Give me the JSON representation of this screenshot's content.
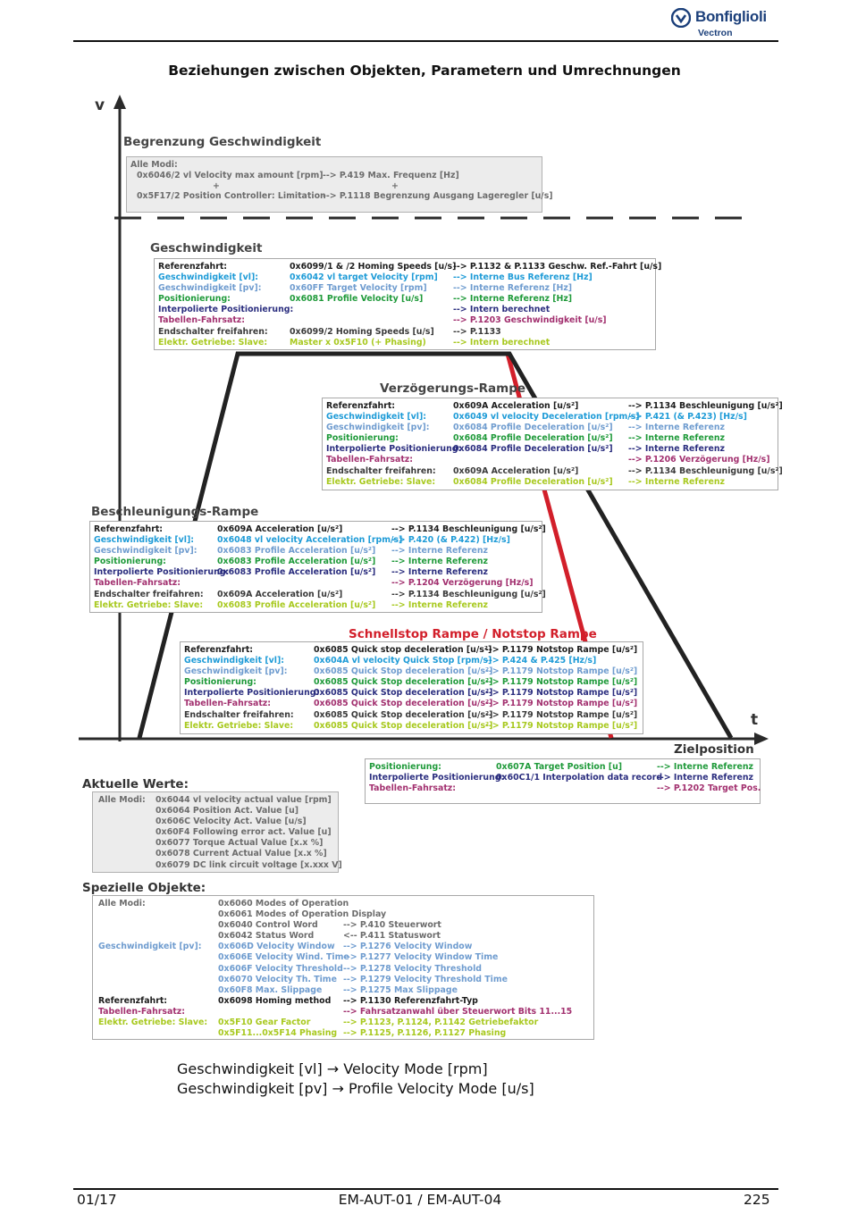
{
  "header": {
    "brand": "Bonfiglioli",
    "sub_brand": "Vectron"
  },
  "title": "Beziehungen zwischen Objekten, Parametern und Umrechnungen",
  "axes": {
    "v": "v",
    "t": "t",
    "target": "Zielposition"
  },
  "colors": {
    "black_curve": "#222222",
    "red_curve": "#d21f2a",
    "dashed_limit": "#222222",
    "brand": "#1b3f7a"
  },
  "limit": {
    "title": "Begrenzung Geschwindigkeit",
    "mode": "Alle Modi:",
    "line1_obj": "0x6046/2 vl Velocity max amount [rpm]",
    "line1_par": "--> P.419 Max. Frequenz [Hz]",
    "plus": "+",
    "line2_obj": "0x5F17/2 Position Controller: Limitation",
    "line2_par": "--> P.1118 Begrenzung Ausgang Lageregler [u/s]"
  },
  "speed": {
    "title": "Geschwindigkeit",
    "rows": [
      {
        "label": "Referenzfahrt:",
        "obj": "0x6099/1 & /2 Homing Speeds [u/s]",
        "par": "--> P.1132 & P.1133 Geschw. Ref.-Fahrt [u/s]",
        "color": "black"
      },
      {
        "label": "Geschwindigkeit [vl]:",
        "obj": "0x6042 vl target Velocity [rpm]",
        "par": "--> Interne Bus Referenz [Hz]",
        "color": "cyan"
      },
      {
        "label": "Geschwindigkeit [pv]:",
        "obj": "0x60FF Target Velocity [rpm]",
        "par": "--> Interne Referenz [Hz]",
        "color": "lblue"
      },
      {
        "label": "Positionierung:",
        "obj": "0x6081 Profile Velocity [u/s]",
        "par": "--> Interne Referenz [Hz]",
        "color": "green"
      },
      {
        "label": "Interpolierte Positionierung:",
        "obj": "",
        "par": "--> Intern berechnet",
        "color": "navy"
      },
      {
        "label": "Tabellen-Fahrsatz:",
        "obj": "",
        "par": "--> P.1203 Geschwindigkeit [u/s]",
        "color": "purple"
      },
      {
        "label": "Endschalter freifahren:",
        "obj": "0x6099/2 Homing Speeds [u/s]",
        "par": "--> P.1133",
        "color": "dgray"
      },
      {
        "label": "Elektr. Getriebe: Slave:",
        "obj": "Master x 0x5F10 (+ Phasing)",
        "par": "--> Intern berechnet",
        "color": "lime"
      }
    ]
  },
  "decel": {
    "title": "Verzögerungs-Rampe",
    "rows": [
      {
        "label": "Referenzfahrt:",
        "obj": "0x609A Acceleration [u/s²]",
        "par": "--> P.1134 Beschleunigung [u/s²]",
        "color": "black"
      },
      {
        "label": "Geschwindigkeit [vl]:",
        "obj": "0x6049 vl velocity Deceleration [rpm/s]",
        "par": "--> P.421 (& P.423) [Hz/s]",
        "color": "cyan"
      },
      {
        "label": "Geschwindigkeit [pv]:",
        "obj": "0x6084 Profile Deceleration [u/s²]",
        "par": "--> Interne Referenz",
        "color": "lblue"
      },
      {
        "label": "Positionierung:",
        "obj": "0x6084 Profile Deceleration [u/s²]",
        "par": "--> Interne Referenz",
        "color": "green"
      },
      {
        "label": "Interpolierte Positionierung:",
        "obj": "0x6084 Profile Deceleration [u/s²]",
        "par": "--> Interne Referenz",
        "color": "navy"
      },
      {
        "label": "Tabellen-Fahrsatz:",
        "obj": "",
        "par": "--> P.1206 Verzögerung [Hz/s]",
        "color": "purple"
      },
      {
        "label": "Endschalter freifahren:",
        "obj": "0x609A Acceleration [u/s²]",
        "par": "--> P.1134 Beschleunigung [u/s²]",
        "color": "dgray"
      },
      {
        "label": "Elektr. Getriebe: Slave:",
        "obj": "0x6084 Profile Deceleration [u/s²]",
        "par": "--> Interne Referenz",
        "color": "lime"
      }
    ]
  },
  "accel": {
    "title": "Beschleunigungs-Rampe",
    "rows": [
      {
        "label": "Referenzfahrt:",
        "obj": "0x609A Acceleration [u/s²]",
        "par": "--> P.1134 Beschleunigung [u/s²]",
        "color": "black"
      },
      {
        "label": "Geschwindigkeit [vl]:",
        "obj": "0x6048 vl velocity Acceleration [rpm/s]",
        "par": "--> P.420 (& P.422) [Hz/s]",
        "color": "cyan"
      },
      {
        "label": "Geschwindigkeit [pv]:",
        "obj": "0x6083 Profile Acceleration [u/s²]",
        "par": "--> Interne Referenz",
        "color": "lblue"
      },
      {
        "label": "Positionierung:",
        "obj": "0x6083 Profile Acceleration [u/s²]",
        "par": "--> Interne Referenz",
        "color": "green"
      },
      {
        "label": "Interpolierte Positionierung:",
        "obj": "0x6083 Profile Acceleration [u/s²]",
        "par": "--> Interne Referenz",
        "color": "navy"
      },
      {
        "label": "Tabellen-Fahrsatz:",
        "obj": "",
        "par": "--> P.1204 Verzögerung [Hz/s]",
        "color": "purple"
      },
      {
        "label": "Endschalter freifahren:",
        "obj": "0x609A Acceleration [u/s²]",
        "par": "--> P.1134 Beschleunigung [u/s²]",
        "color": "dgray"
      },
      {
        "label": "Elektr. Getriebe: Slave:",
        "obj": "0x6083 Profile Acceleration [u/s²]",
        "par": "--> Interne Referenz",
        "color": "lime"
      }
    ]
  },
  "quickstop": {
    "title": "Schnellstop Rampe / Notstop Rampe",
    "rows": [
      {
        "label": "Referenzfahrt:",
        "obj": "0x6085 Quick stop deceleration [u/s²]",
        "par": "--> P.1179 Notstop Rampe [u/s²]",
        "color": "black"
      },
      {
        "label": "Geschwindigkeit [vl]:",
        "obj": "0x604A vl velocity Quick Stop [rpm/s]",
        "par": "--> P.424 & P.425 [Hz/s]",
        "color": "cyan"
      },
      {
        "label": "Geschwindigkeit [pv]:",
        "obj": "0x6085 Quick Stop deceleration [u/s²]",
        "par": "--> P.1179 Notstop Rampe [u/s²]",
        "color": "lblue"
      },
      {
        "label": "Positionierung:",
        "obj": "0x6085 Quick Stop deceleration [u/s²]",
        "par": "--> P.1179 Notstop Rampe [u/s²]",
        "color": "green"
      },
      {
        "label": "Interpolierte Positionierung:",
        "obj": "0x6085 Quick Stop deceleration [u/s²]",
        "par": "--> P.1179 Notstop Rampe [u/s²]",
        "color": "navy"
      },
      {
        "label": "Tabellen-Fahrsatz:",
        "obj": "0x6085 Quick Stop deceleration [u/s²]",
        "par": "--> P.1179 Notstop Rampe [u/s²]",
        "color": "purple"
      },
      {
        "label": "Endschalter freifahren:",
        "obj": "0x6085 Quick Stop deceleration [u/s²]",
        "par": "--> P.1179 Notstop Rampe [u/s²]",
        "color": "dgray"
      },
      {
        "label": "Elektr. Getriebe: Slave:",
        "obj": "0x6085 Quick Stop deceleration [u/s²]",
        "par": "--> P.1179 Notstop Rampe [u/s²]",
        "color": "lime"
      }
    ]
  },
  "target": {
    "rows": [
      {
        "label": "Positionierung:",
        "obj": "0x607A Target Position [u]",
        "par": "--> Interne Referenz",
        "color": "green"
      },
      {
        "label": "Interpolierte Positionierung:",
        "obj": "0x60C1/1 Interpolation data record",
        "par": "--> Interne Referenz",
        "color": "navy"
      },
      {
        "label": "Tabellen-Fahrsatz:",
        "obj": "",
        "par": "--> P.1202 Target Pos.",
        "color": "purple"
      }
    ]
  },
  "actual": {
    "title": "Aktuelle Werte:",
    "mode": "Alle Modi:",
    "items": [
      "0x6044 vl velocity actual value [rpm]",
      "0x6064 Position Act. Value [u]",
      "0x606C Velocity Act. Value [u/s]",
      "0x60F4 Following error act. Value [u]",
      "0x6077 Torque Actual Value [x.x %]",
      "0x6078 Current Actual Value [x.x %]",
      "0x6079 DC link circuit voltage [x.xxx V]"
    ]
  },
  "special": {
    "title": "Spezielle Objekte:",
    "rows": [
      {
        "label": "Alle Modi:",
        "obj": "0x6060 Modes of Operation",
        "par": "",
        "color": "gray"
      },
      {
        "label": "",
        "obj": "0x6061 Modes of Operation Display",
        "par": "",
        "color": "gray"
      },
      {
        "label": "",
        "obj": "0x6040 Control Word",
        "par": "--> P.410 Steuerwort",
        "color": "gray"
      },
      {
        "label": "",
        "obj": "0x6042 Status Word",
        "par": "<-- P.411 Statuswort",
        "color": "gray"
      },
      {
        "label": "Geschwindigkeit [pv]:",
        "obj": "0x606D Velocity Window",
        "par": "--> P.1276 Velocity Window",
        "color": "lblue"
      },
      {
        "label": "",
        "obj": "0x606E Velocity Wind. Time",
        "par": "--> P.1277 Velocity Window Time",
        "color": "lblue"
      },
      {
        "label": "",
        "obj": "0x606F Velocity Threshold",
        "par": "--> P.1278 Velocity Threshold",
        "color": "lblue"
      },
      {
        "label": "",
        "obj": "0x6070 Velocity Th. Time",
        "par": "--> P.1279 Velocity Threshold Time",
        "color": "lblue"
      },
      {
        "label": "",
        "obj": "0x60F8 Max. Slippage",
        "par": "--> P.1275 Max Slippage",
        "color": "lblue"
      },
      {
        "label": "Referenzfahrt:",
        "obj": "0x6098 Homing method",
        "par": "--> P.1130 Referenzfahrt-Typ",
        "color": "black"
      },
      {
        "label": "Tabellen-Fahrsatz:",
        "obj": "",
        "par": "--> Fahrsatzanwahl über Steuerwort Bits 11...15",
        "color": "purple"
      },
      {
        "label": "Elektr. Getriebe: Slave:",
        "obj": "0x5F10 Gear Factor",
        "par": "--> P.1123, P.1124, P.1142 Getriebefaktor",
        "color": "lime"
      },
      {
        "label": "",
        "obj": "0x5F11...0x5F14 Phasing",
        "par": "--> P.1125, P.1126, P.1127 Phasing",
        "color": "lime"
      }
    ]
  },
  "notes": [
    "Geschwindigkeit [vl] → Velocity Mode [rpm]",
    "Geschwindigkeit [pv] → Profile Velocity Mode [u/s]"
  ],
  "footer": {
    "date": "01/17",
    "doc": "EM-AUT-01 / EM-AUT-04",
    "page": "225"
  }
}
